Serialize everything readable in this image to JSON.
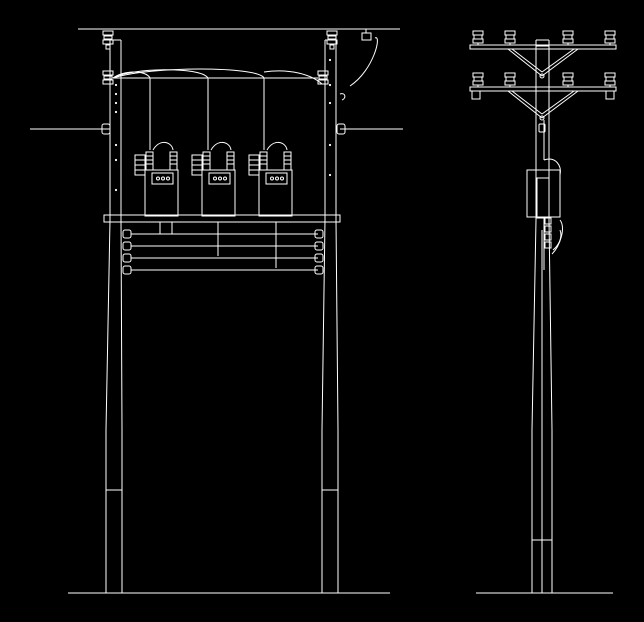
{
  "drawing": {
    "background": "#000000",
    "line_color": "#ffffff",
    "views": [
      {
        "name": "front-elevation",
        "poles": 2,
        "transformers": 3,
        "crossarm_insulators": 4,
        "lower_bushings_per_side": 4
      },
      {
        "name": "side-elevation",
        "poles": 1,
        "crossarms": 2,
        "insulators_per_crossarm": 4
      }
    ]
  }
}
